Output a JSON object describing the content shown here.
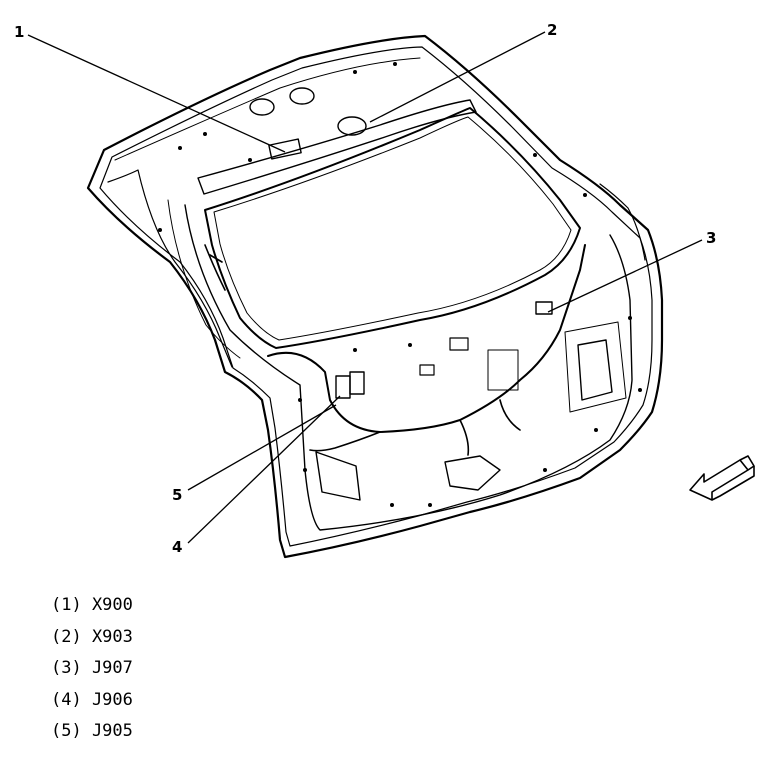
{
  "callouts": [
    {
      "num": "1"
    },
    {
      "num": "2"
    },
    {
      "num": "3"
    },
    {
      "num": "4"
    },
    {
      "num": "5"
    }
  ],
  "legend": [
    {
      "text": "(1) X900"
    },
    {
      "text": "(2) X903"
    },
    {
      "text": "(3) J907"
    },
    {
      "text": "(4) J906"
    },
    {
      "text": "(5) J905"
    }
  ],
  "icons": {
    "direction": "arrow-icon"
  }
}
